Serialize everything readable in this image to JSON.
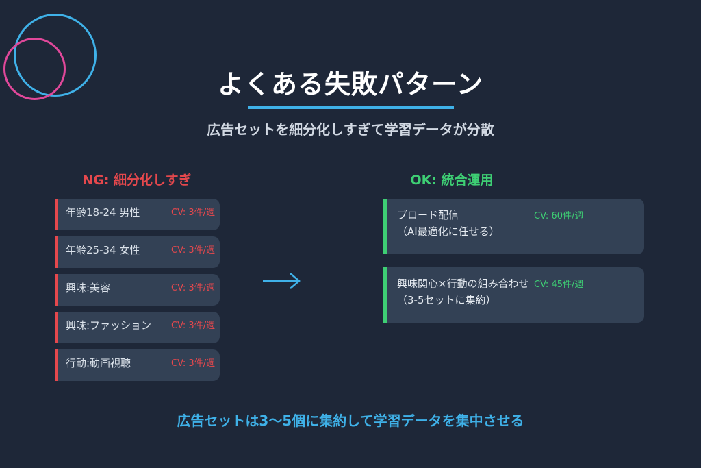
{
  "decoration": {
    "circles": [
      {
        "name": "blue-circle",
        "color": "#3fb1e8"
      },
      {
        "name": "pink-circle",
        "color": "#e0489a"
      }
    ]
  },
  "header": {
    "title": "よくある失敗パターン",
    "subtitle": "広告セットを細分化しすぎて学習データが分散",
    "accent_color": "#3fb1e8"
  },
  "ng": {
    "heading": "NG: 細分化しすぎ",
    "color": "#e5484d",
    "items": [
      {
        "label": "年齢18-24 男性",
        "cv": "CV: 3件/週"
      },
      {
        "label": "年齢25-34 女性",
        "cv": "CV: 3件/週"
      },
      {
        "label": "興味:美容",
        "cv": "CV: 3件/週"
      },
      {
        "label": "興味:ファッション",
        "cv": "CV: 3件/週"
      },
      {
        "label": "行動:動画視聴",
        "cv": "CV: 3件/週"
      }
    ]
  },
  "arrow": {
    "icon": "right-arrow-icon",
    "glyph": "→"
  },
  "ok": {
    "heading": "OK: 統合運用",
    "color": "#3ecf74",
    "items": [
      {
        "line1": "ブロード配信",
        "line2": "（AI最適化に任せる）",
        "cv": "CV: 60件/週"
      },
      {
        "line1": "興味関心×行動の組み合わせ",
        "line2": "（3-5セットに集約）",
        "cv": "CV: 45件/週"
      }
    ]
  },
  "footer": {
    "conclusion": "広告セットは3〜5個に集約して学習データを集中させる"
  }
}
